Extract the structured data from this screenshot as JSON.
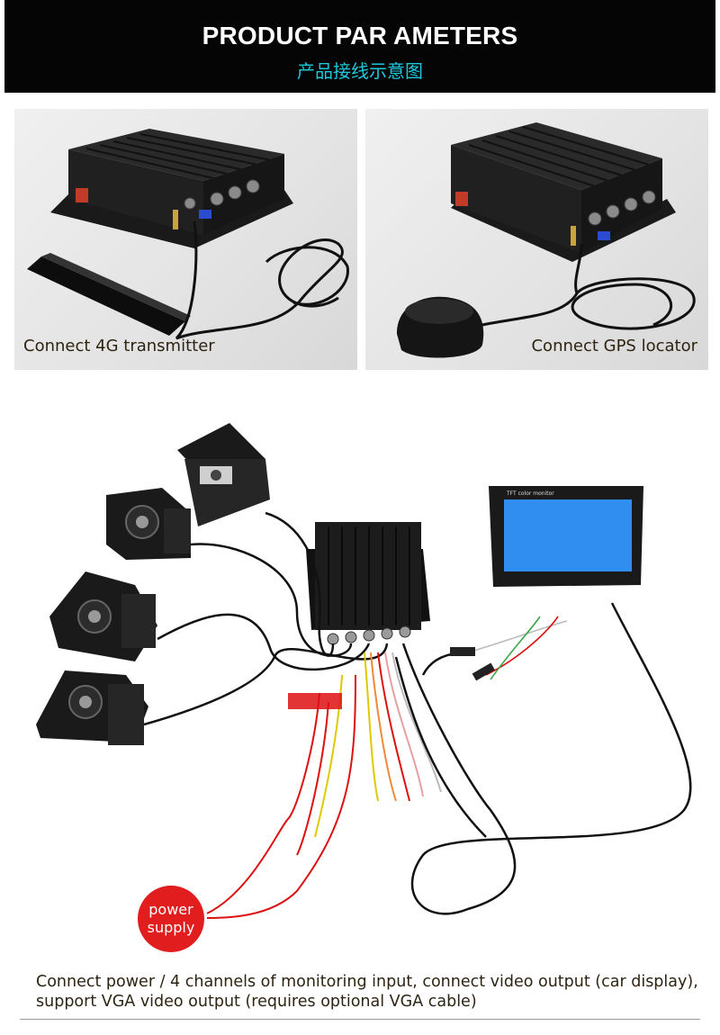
{
  "header": {
    "title": "PRODUCT PAR AMETERS",
    "subtitle": "产品接线示意图"
  },
  "photos": [
    {
      "caption": "Connect 4G transmitter"
    },
    {
      "caption": "Connect GPS locator"
    }
  ],
  "diagram": {
    "monitor_label": "TFT color monitor",
    "power_label": "power supply"
  },
  "description": "Connect power / 4 channels of monitoring input, connect video output (car display), support VGA video output (requires optional VGA cable)"
}
